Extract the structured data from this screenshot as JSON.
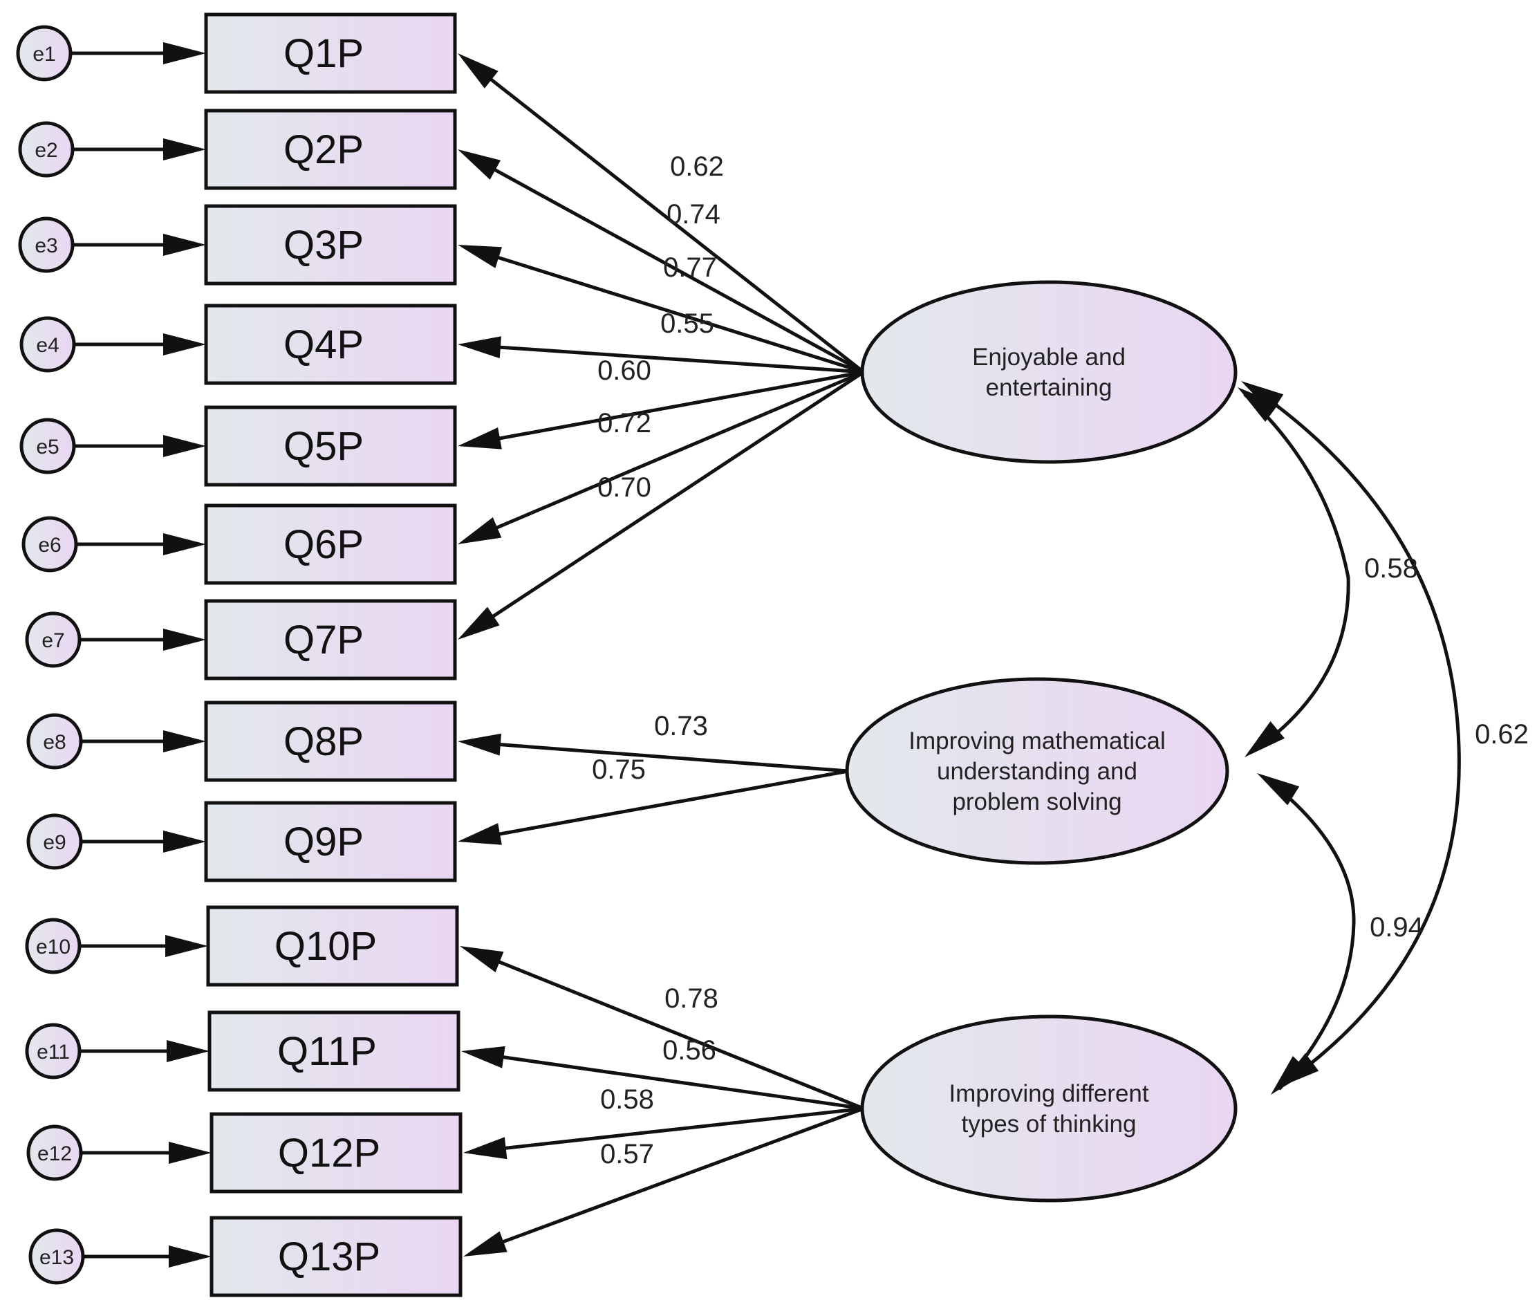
{
  "indicators": [
    "Q1P",
    "Q2P",
    "Q3P",
    "Q4P",
    "Q5P",
    "Q6P",
    "Q7P",
    "Q8P",
    "Q9P",
    "Q10P",
    "Q11P",
    "Q12P",
    "Q13P"
  ],
  "errors": [
    "e1",
    "e2",
    "e3",
    "e4",
    "e5",
    "e6",
    "e7",
    "e8",
    "e9",
    "e10",
    "e11",
    "e12",
    "e13"
  ],
  "latents": [
    {
      "lines": [
        "Enjoyable and",
        "entertaining"
      ]
    },
    {
      "lines": [
        "Improving mathematical",
        "understanding and",
        "problem solving"
      ]
    },
    {
      "lines": [
        "Improving different",
        "types of thinking"
      ]
    }
  ],
  "loadings": [
    {
      "latent": 0,
      "item": 0,
      "value": "0.62"
    },
    {
      "latent": 0,
      "item": 1,
      "value": "0.74"
    },
    {
      "latent": 0,
      "item": 2,
      "value": "0.77"
    },
    {
      "latent": 0,
      "item": 3,
      "value": "0.55"
    },
    {
      "latent": 0,
      "item": 4,
      "value": "0.60"
    },
    {
      "latent": 0,
      "item": 5,
      "value": "0.72"
    },
    {
      "latent": 0,
      "item": 6,
      "value": "0.70"
    },
    {
      "latent": 1,
      "item": 7,
      "value": "0.73"
    },
    {
      "latent": 1,
      "item": 8,
      "value": "0.75"
    },
    {
      "latent": 2,
      "item": 9,
      "value": "0.78"
    },
    {
      "latent": 2,
      "item": 10,
      "value": "0.56"
    },
    {
      "latent": 2,
      "item": 11,
      "value": "0.58"
    },
    {
      "latent": 2,
      "item": 12,
      "value": "0.57"
    }
  ],
  "correlations": [
    {
      "from": 0,
      "to": 1,
      "value": "0.58"
    },
    {
      "from": 1,
      "to": 2,
      "value": "0.94"
    },
    {
      "from": 0,
      "to": 2,
      "value": "0.62"
    }
  ],
  "colors": {
    "fill_start": "#e2e8ec",
    "fill_end": "#ead6f2",
    "stroke": "#111111"
  }
}
